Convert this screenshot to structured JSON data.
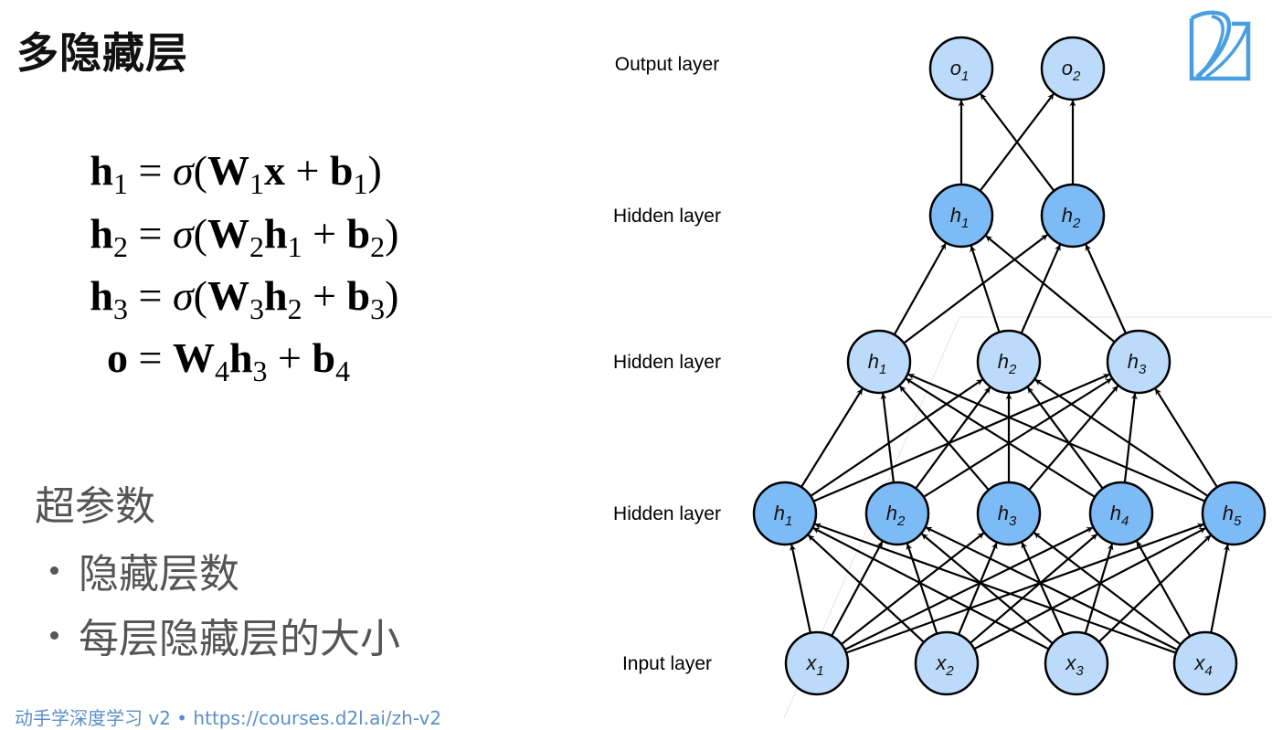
{
  "slide": {
    "title": "多隐藏层",
    "equations": [
      {
        "lhs": "h",
        "lhs_sub": "1",
        "parts": [
          {
            "t": "= ",
            "s": "n"
          },
          {
            "t": "σ",
            "s": "i"
          },
          {
            "t": "(",
            "s": "n"
          },
          {
            "t": "W",
            "s": "b"
          },
          {
            "t": "1",
            "s": "sub"
          },
          {
            "t": "x",
            "s": "b"
          },
          {
            "t": " + ",
            "s": "n"
          },
          {
            "t": "b",
            "s": "b"
          },
          {
            "t": "1",
            "s": "sub"
          },
          {
            "t": ")",
            "s": "n"
          }
        ]
      },
      {
        "lhs": "h",
        "lhs_sub": "2",
        "parts": [
          {
            "t": "= ",
            "s": "n"
          },
          {
            "t": "σ",
            "s": "i"
          },
          {
            "t": "(",
            "s": "n"
          },
          {
            "t": "W",
            "s": "b"
          },
          {
            "t": "2",
            "s": "sub"
          },
          {
            "t": "h",
            "s": "b"
          },
          {
            "t": "1",
            "s": "sub"
          },
          {
            "t": " + ",
            "s": "n"
          },
          {
            "t": "b",
            "s": "b"
          },
          {
            "t": "2",
            "s": "sub"
          },
          {
            "t": ")",
            "s": "n"
          }
        ]
      },
      {
        "lhs": "h",
        "lhs_sub": "3",
        "parts": [
          {
            "t": "= ",
            "s": "n"
          },
          {
            "t": "σ",
            "s": "i"
          },
          {
            "t": "(",
            "s": "n"
          },
          {
            "t": "W",
            "s": "b"
          },
          {
            "t": "3",
            "s": "sub"
          },
          {
            "t": "h",
            "s": "b"
          },
          {
            "t": "2",
            "s": "sub"
          },
          {
            "t": " + ",
            "s": "n"
          },
          {
            "t": "b",
            "s": "b"
          },
          {
            "t": "3",
            "s": "sub"
          },
          {
            "t": ")",
            "s": "n"
          }
        ]
      },
      {
        "lhs": "o",
        "lhs_sub": "",
        "parts": [
          {
            "t": "= ",
            "s": "n"
          },
          {
            "t": "W",
            "s": "b"
          },
          {
            "t": "4",
            "s": "sub"
          },
          {
            "t": "h",
            "s": "b"
          },
          {
            "t": "3",
            "s": "sub"
          },
          {
            "t": " + ",
            "s": "n"
          },
          {
            "t": "b",
            "s": "b"
          },
          {
            "t": "4",
            "s": "sub"
          }
        ]
      }
    ],
    "hyperparams_heading": "超参数",
    "hyperparams": [
      "隐藏层数",
      "每层隐藏层的大小"
    ],
    "footer": "动手学深度学习 v2 • https://courses.d2l.ai/zh-v2",
    "logo_icon": "d2l-logo-icon",
    "colors": {
      "light_node": "#bcdaf9",
      "dark_node": "#7dbbf6",
      "logo": "#4a9fe0",
      "footer": "#5b8fc7"
    }
  },
  "network": {
    "layers": [
      {
        "label": "Input layer",
        "style": "light",
        "nodes": [
          {
            "n": "x",
            "s": "1"
          },
          {
            "n": "x",
            "s": "2"
          },
          {
            "n": "x",
            "s": "3"
          },
          {
            "n": "x",
            "s": "4"
          }
        ]
      },
      {
        "label": "Hidden layer",
        "style": "dark",
        "nodes": [
          {
            "n": "h",
            "s": "1"
          },
          {
            "n": "h",
            "s": "2"
          },
          {
            "n": "h",
            "s": "3"
          },
          {
            "n": "h",
            "s": "4"
          },
          {
            "n": "h",
            "s": "5"
          }
        ]
      },
      {
        "label": "Hidden layer",
        "style": "light",
        "nodes": [
          {
            "n": "h",
            "s": "1"
          },
          {
            "n": "h",
            "s": "2"
          },
          {
            "n": "h",
            "s": "3"
          }
        ]
      },
      {
        "label": "Hidden layer",
        "style": "dark",
        "nodes": [
          {
            "n": "h",
            "s": "1"
          },
          {
            "n": "h",
            "s": "2"
          }
        ]
      },
      {
        "label": "Output layer",
        "style": "light",
        "nodes": [
          {
            "n": "o",
            "s": "1"
          },
          {
            "n": "o",
            "s": "2"
          }
        ]
      }
    ],
    "connectivity": "fully-connected"
  }
}
